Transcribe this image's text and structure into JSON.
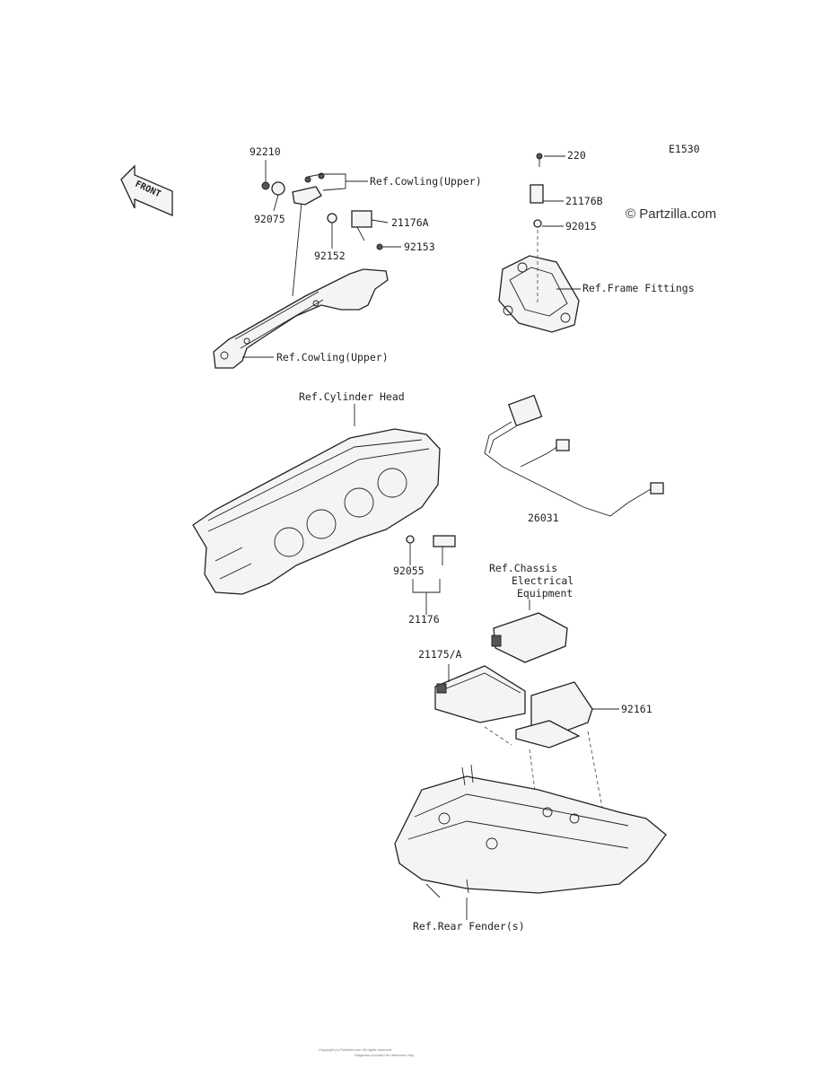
{
  "diagram_code": "E1530",
  "watermark": "© Partzilla.com",
  "front_label": "FRONT",
  "labels": {
    "p92210": "92210",
    "p92075": "92075",
    "ref_cowling_upper_1": "Ref.Cowling(Upper)",
    "p21176A": "21176A",
    "p92152": "92152",
    "p92153": "92153",
    "ref_cowling_upper_2": "Ref.Cowling(Upper)",
    "p220": "220",
    "p21176B": "21176B",
    "p92015": "92015",
    "ref_frame_fittings": "Ref.Frame Fittings",
    "ref_cylinder_head": "Ref.Cylinder Head",
    "p26031": "26031",
    "p92055": "92055",
    "p21176": "21176",
    "ref_chassis_1": "Ref.Chassis",
    "ref_chassis_2": "Electrical",
    "ref_chassis_3": "Equipment",
    "p21175A": "21175/A",
    "p92161": "92161",
    "ref_rear_fender": "Ref.Rear Fender(s)"
  },
  "footer": {
    "line1": "Copyright (c) Partzilla.com. All rights reserved.",
    "line2": "Diagrams provided for reference only."
  }
}
